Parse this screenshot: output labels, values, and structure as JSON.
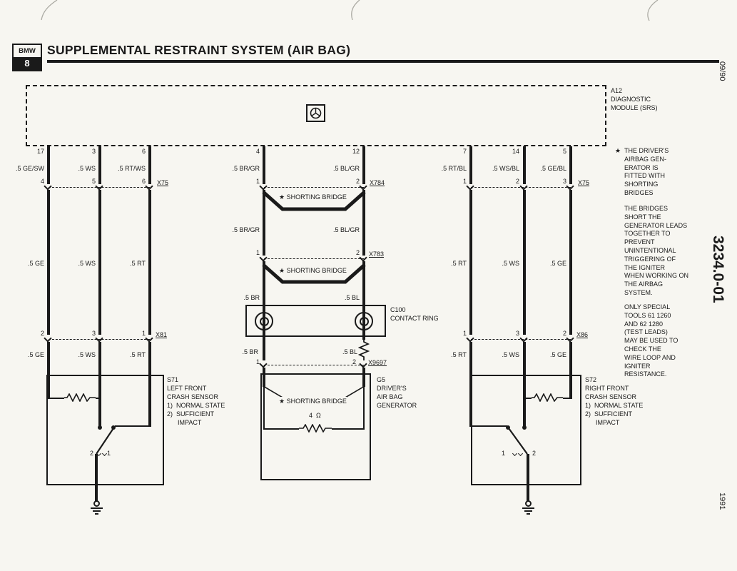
{
  "header": {
    "logo_brand": "BMW",
    "logo_series": "8",
    "title": "SUPPLEMENTAL RESTRAINT SYSTEM (AIR BAG)"
  },
  "margin": {
    "issue_date": "09/90",
    "document_number": "3234.0-01",
    "year": "1991"
  },
  "module": {
    "label": "A12\nDIAGNOSTIC\nMODULE (SRS)"
  },
  "top_pins": [
    "17",
    "3",
    "6",
    "4",
    "12",
    "7",
    "14",
    "5"
  ],
  "top_wire_labels": [
    ".5 GE/SW",
    ".5 WS",
    ".5 RT/WS",
    ".5 BR/GR",
    ".5 BL/GR",
    ".5 RT/BL",
    ".5 WS/BL",
    ".5 GE/BL"
  ],
  "row1": {
    "left_pins": [
      "4",
      "5",
      "6"
    ],
    "left_connector": "X75",
    "center_pins": [
      "1",
      "2"
    ],
    "center_connector": "X784",
    "right_pins": [
      "1",
      "2",
      "3"
    ],
    "right_connector": "X75"
  },
  "mid_wire_labels": {
    "left": [
      ".5 GE",
      ".5 WS",
      ".5 RT"
    ],
    "center": [
      ".5 BR/GR",
      ".5 BL/GR"
    ],
    "right": [
      ".5 RT",
      ".5 WS",
      ".5 GE"
    ]
  },
  "row2": {
    "center_pins": [
      "1",
      "2"
    ],
    "center_connector": "X783",
    "left_pins": [
      "2",
      "3",
      "1"
    ],
    "left_connector": "X81",
    "right_pins": [
      "1",
      "3",
      "2"
    ],
    "right_connector": "X86"
  },
  "center_wire_labels_2": [
    ".5 BR",
    ".5 BL"
  ],
  "center_wire_labels_3": [
    ".5 BR",
    ".5 BL"
  ],
  "bottom_wire_labels": {
    "left": [
      ".5 GE",
      ".5 WS",
      ".5 RT"
    ],
    "right": [
      ".5 RT",
      ".5 WS",
      ".5 GE"
    ]
  },
  "row3": {
    "pins": [
      "1",
      "2"
    ],
    "connector": "X9697"
  },
  "shorting_bridge": "★ SHORTING BRIDGE",
  "contact_ring": {
    "label": "C100\nCONTACT RING"
  },
  "generator": {
    "label": "G5\nDRIVER'S\nAIR BAG\nGENERATOR",
    "resistance": "4  Ω"
  },
  "left_sensor": {
    "label": "S71\nLEFT FRONT\nCRASH SENSOR\n1)  NORMAL STATE\n2)  SUFFICIENT\n      IMPACT",
    "switch_positions": [
      "2",
      "1"
    ]
  },
  "right_sensor": {
    "label": "S72\nRIGHT FRONT\nCRASH SENSOR\n1)  NORMAL STATE\n2)  SUFFICIENT\n      IMPACT",
    "switch_positions": [
      "1",
      "2"
    ]
  },
  "notes": {
    "marker": "★",
    "para1": "THE DRIVER'S\nAIRBAG GEN-\nERATOR IS\nFITTED WITH\nSHORTING\nBRIDGES",
    "para2": "THE BRIDGES\nSHORT THE\nGENERATOR LEADS\nTOGETHER TO\nPREVENT\nUNINTENTIONAL\nTRIGGERING OF\nTHE IGNITER\nWHEN WORKING ON\nTHE AIRBAG\nSYSTEM.",
    "para3": "ONLY SPECIAL\nTOOLS 61 1260\nAND 62 1280\n(TEST LEADS)\nMAY BE USED TO\nCHECK THE\nWIRE LOOP AND\nIGNITER\nRESISTANCE."
  }
}
